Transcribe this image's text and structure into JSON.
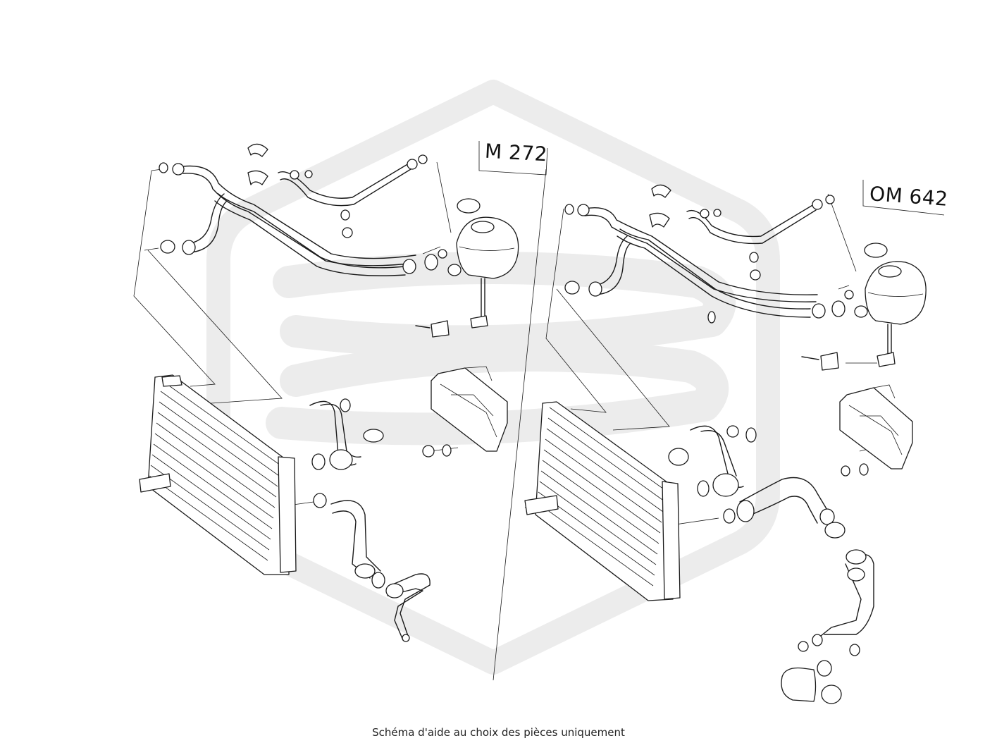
{
  "labels": {
    "left_engine": "M 272",
    "right_engine": "OM 642"
  },
  "caption": "Schéma d'aide au choix des pièces uniquement",
  "colors": {
    "line": "#1a1a1a",
    "watermark": "#ececec",
    "background": "#ffffff"
  }
}
